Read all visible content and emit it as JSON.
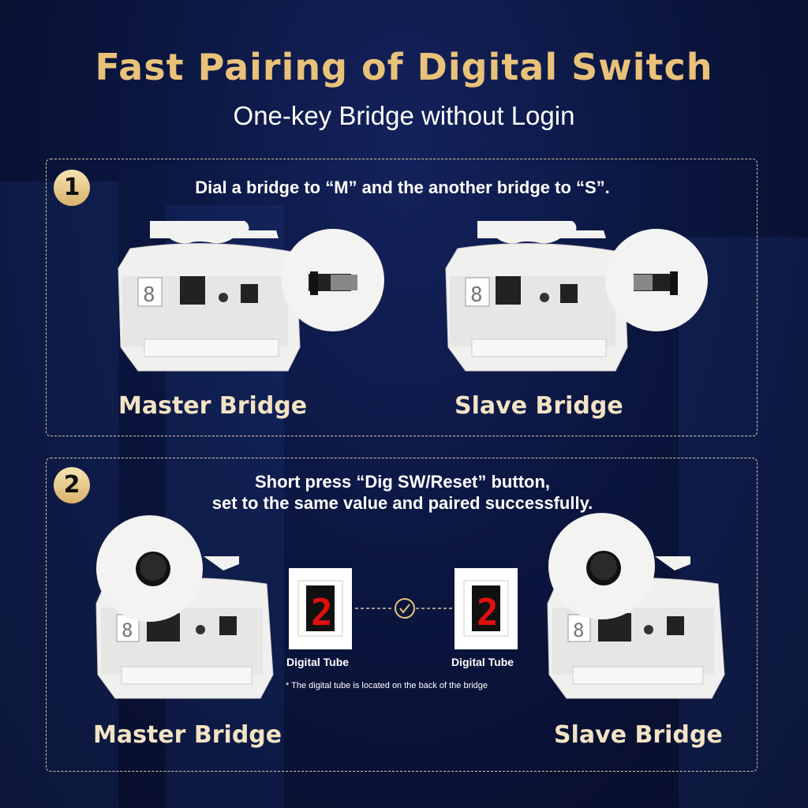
{
  "header": {
    "title": "Fast Pairing of Digital Switch",
    "subtitle": "One-key Bridge without Login"
  },
  "step1": {
    "number": "1",
    "instruction": "Dial a bridge to “M” and the another bridge to “S”.",
    "left_caption": "Master Bridge",
    "right_caption": "Slave Bridge"
  },
  "step2": {
    "number": "2",
    "instruction_line1": "Short press “Dig SW/Reset” button,",
    "instruction_line2": "set to the same value and paired successfully.",
    "left_tube_label": "Digital Tube",
    "right_tube_label": "Digital Tube",
    "tube_value": "2",
    "note": "* The digital tube is located on the back of the bridge",
    "left_caption": "Master Bridge",
    "right_caption": "Slave Bridge"
  },
  "colors": {
    "gold": "#e9c27a",
    "caption": "#f2e3c4",
    "background": "#0b1640",
    "digit_red": "#e01010"
  },
  "icons": [
    "check-icon",
    "switch-icon",
    "button-icon",
    "rj45-port-icon",
    "dc-port-icon"
  ]
}
